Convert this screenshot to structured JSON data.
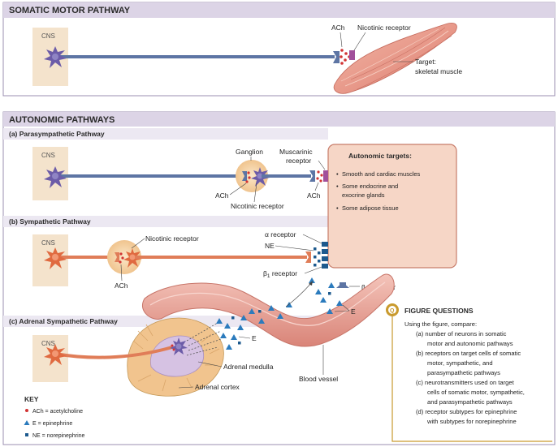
{
  "somatic": {
    "header": "SOMATIC MOTOR PATHWAY",
    "cns": "CNS",
    "ach": "ACh",
    "nicotinic": "Nicotinic receptor",
    "target_line1": "Target:",
    "target_line2": "skeletal muscle"
  },
  "autonomic": {
    "header": "AUTONOMIC PATHWAYS",
    "para": {
      "title": "(a) Parasympathetic Pathway",
      "cns": "CNS",
      "ganglion": "Ganglion",
      "muscarinic_line1": "Muscarinic",
      "muscarinic_line2": "receptor",
      "ach_left": "ACh",
      "ach_right": "ACh",
      "nicotinic": "Nicotinic receptor"
    },
    "targets": {
      "title": "Autonomic targets:",
      "item1": "Smooth and cardiac muscles",
      "item2_line1": "Some endocrine and",
      "item2_line2": "exocrine glands",
      "item3": "Some adipose tissue"
    },
    "symp": {
      "title": "(b) Sympathetic Pathway",
      "cns": "CNS",
      "nicotinic": "Nicotinic receptor",
      "ach": "ACh",
      "alpha": "α receptor",
      "ne": "NE",
      "beta1_prefix": "β",
      "beta1_sub": "1",
      "beta1_suffix": " receptor",
      "beta2_prefix": "β",
      "beta2_sub": "2",
      "beta2_suffix": " receptor",
      "e": "E"
    },
    "adrenal": {
      "title": "(c) Adrenal Sympathetic Pathway",
      "cns": "CNS",
      "e": "E",
      "medulla": "Adrenal medulla",
      "cortex": "Adrenal cortex",
      "vessel": "Blood vessel"
    }
  },
  "key": {
    "title": "KEY",
    "ach": "ACh = acetylcholine",
    "e": "E    = epinephrine",
    "ne": "NE   = norepinephrine"
  },
  "figure_questions": {
    "icon": "Q",
    "title": "FIGURE QUESTIONS",
    "intro": "Using the figure, compare:",
    "lines": [
      "(a) number of neurons in somatic",
      "motor and autonomic pathways",
      "(b) receptors on target cells of somatic",
      "motor, sympathetic, and",
      "parasympathetic pathways",
      "(c) neurotransmitters used on target",
      "cells of somatic motor, sympathetic,",
      "and parasympathetic pathways",
      "(d) receptor subtypes for epinephrine",
      "with subtypes for norepinephrine"
    ]
  },
  "colors": {
    "header_bg": "#dcd4e6",
    "panel_border": "#9b8fb0",
    "cns_box": "#f4e3cc",
    "blue_axon": "#5d75a4",
    "orange_axon": "#e07d58",
    "neuron_purple": "#6c5ca8",
    "neuron_orange": "#e06a40",
    "ach_red": "#d23434",
    "target_box": "#f6d6c6",
    "target_border": "#c87c6a",
    "ne_blue": "#1d5a8e",
    "epi_blue": "#2b7bbd",
    "vessel": "#e8a49a",
    "gold": "#c99a2e"
  },
  "icons": [
    "neuron-icon",
    "ganglion-icon",
    "muscle-icon",
    "receptor-icon",
    "blood-vessel-icon",
    "adrenal-gland-icon"
  ]
}
